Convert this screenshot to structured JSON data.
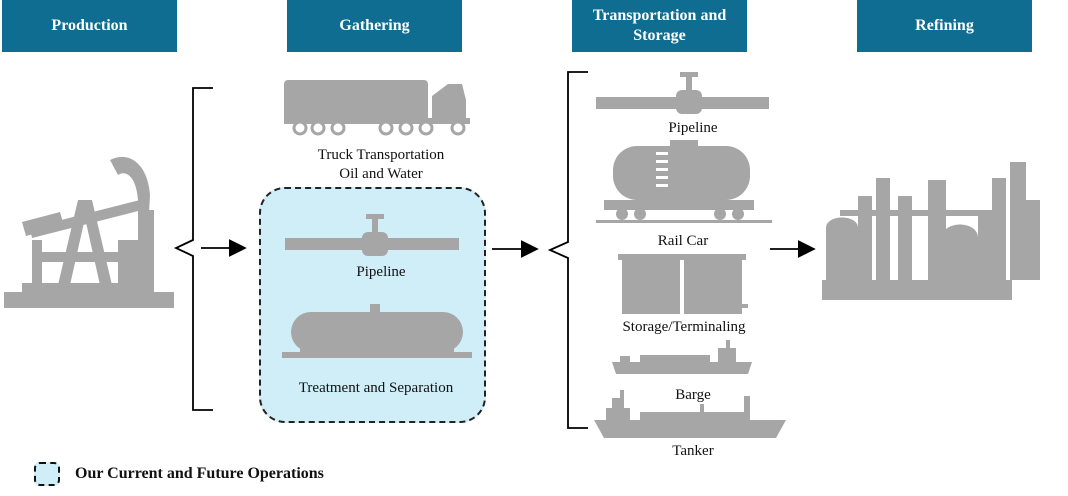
{
  "headers": {
    "production": "Production",
    "gathering": "Gathering",
    "transportation_line1": "Transportation and",
    "transportation_line2": "Storage",
    "refining": "Refining"
  },
  "gathering_items": {
    "truck_line1": "Truck Transportation",
    "truck_line2": "Oil and Water",
    "pipeline": "Pipeline",
    "treatment": "Treatment and Separation"
  },
  "transport_items": {
    "pipeline": "Pipeline",
    "rail_car": "Rail Car",
    "storage": "Storage/Terminaling",
    "barge": "Barge",
    "tanker": "Tanker"
  },
  "legend": {
    "label": "Our Current and Future Operations"
  },
  "colors": {
    "header_bg": "#0e6d90",
    "icon_gray": "#a6a6a6",
    "highlight_bg": "#cfeef8"
  }
}
